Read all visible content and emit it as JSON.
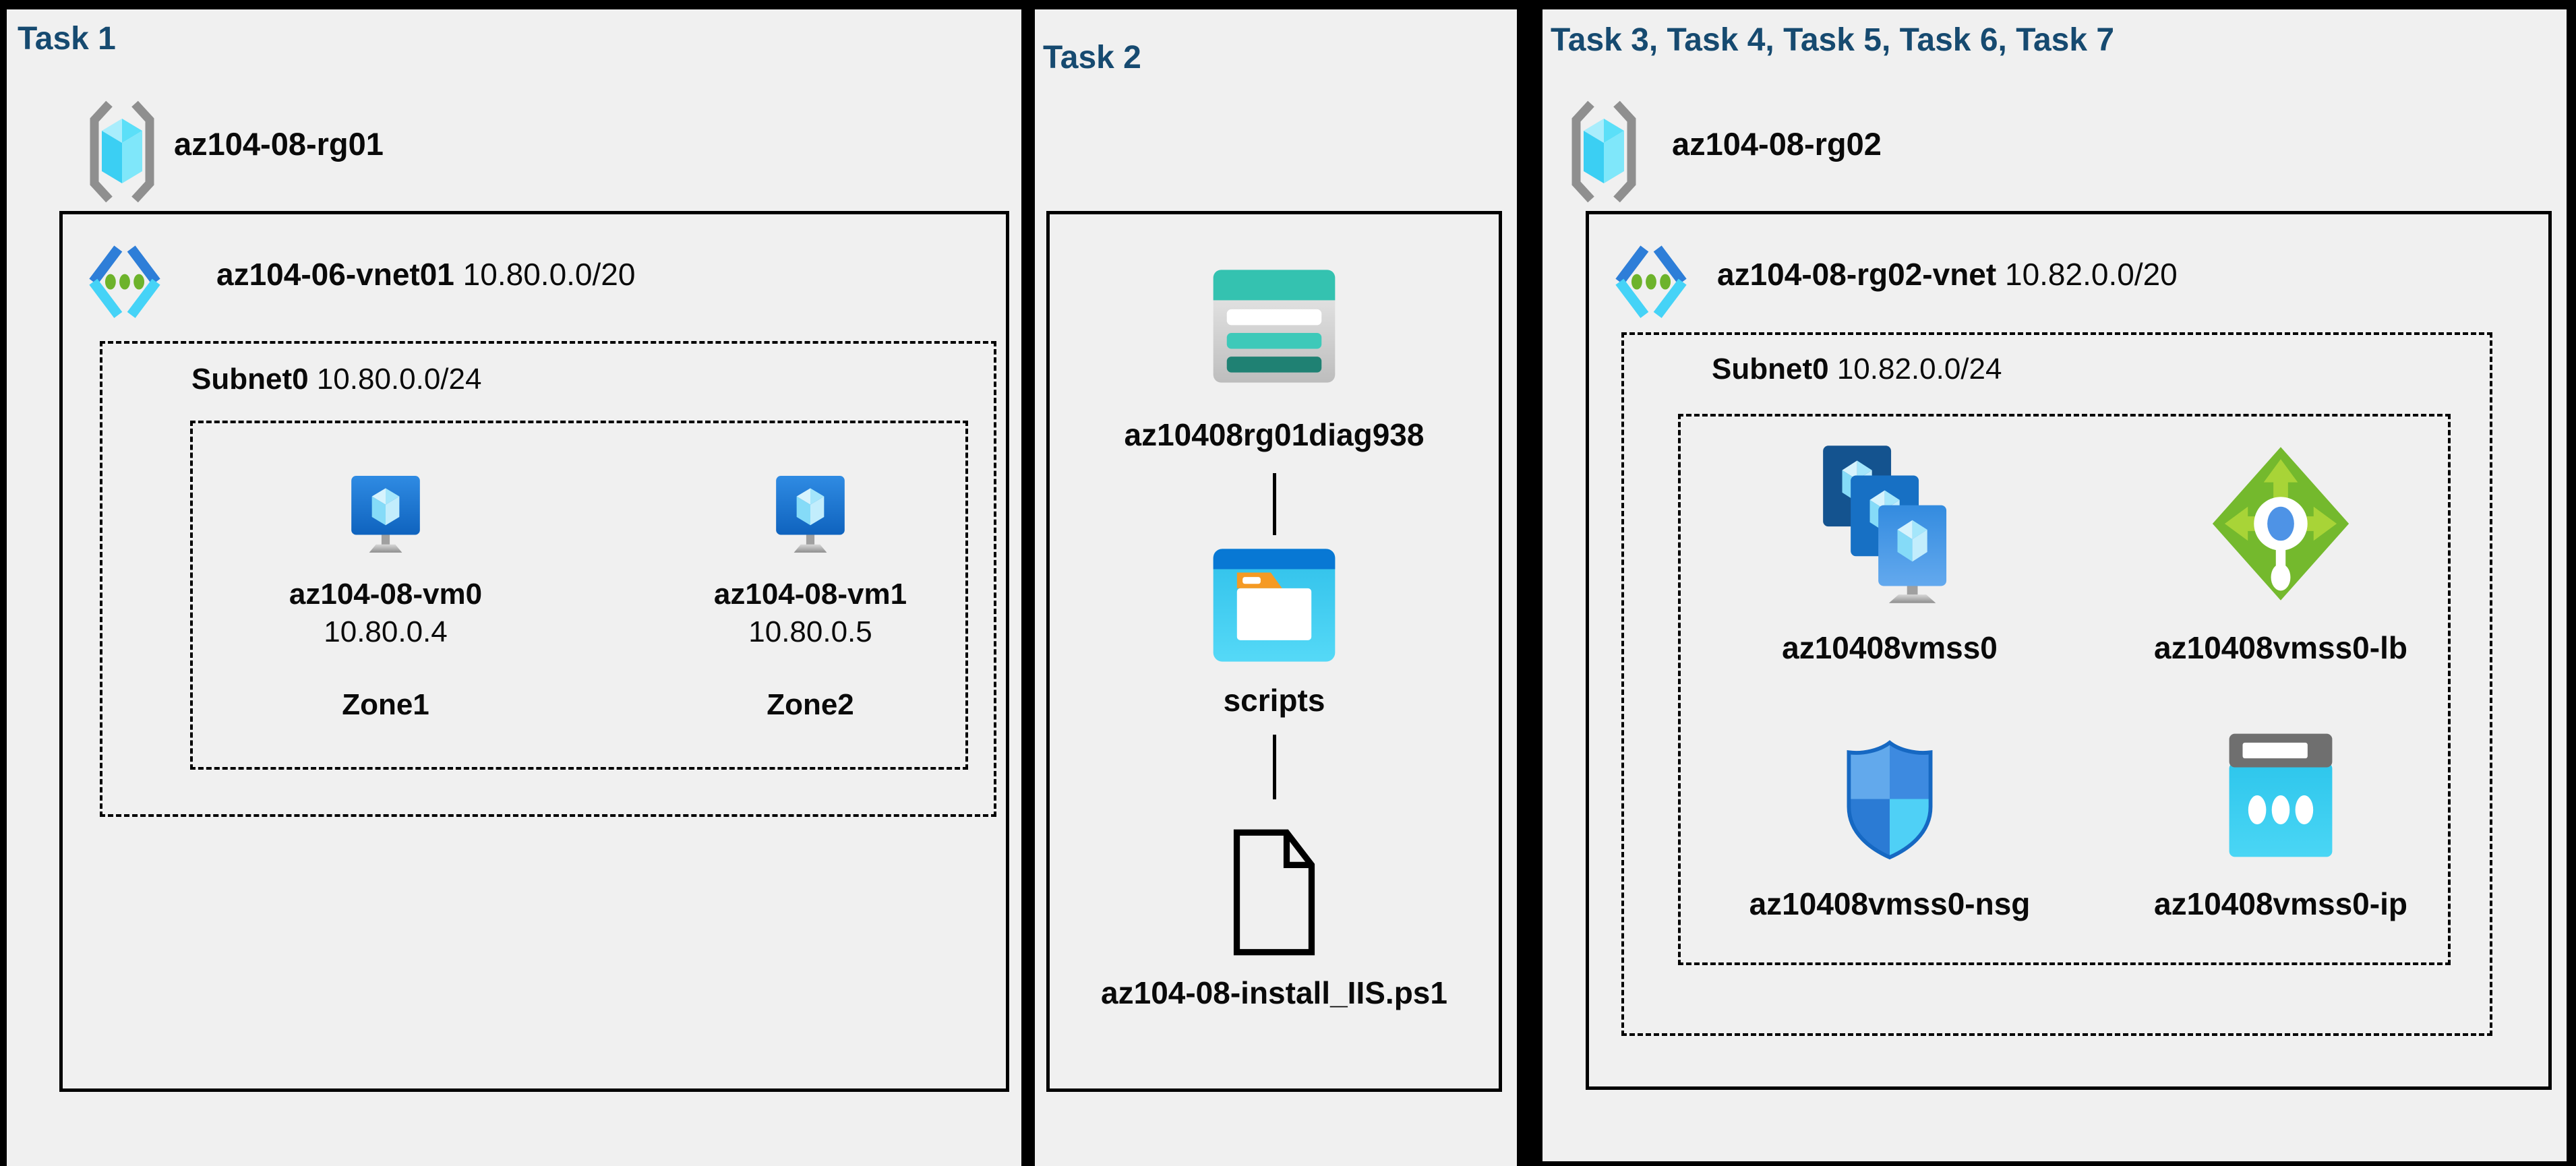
{
  "colors": {
    "frame": "#000000",
    "panel_background": "#f0f0f0",
    "task_title": "#164a70",
    "label_text": "#0a0a0a",
    "storage_teal": "#34c2b0",
    "folder_blue": "#0878d4",
    "vm_blue": "#1168c8",
    "lb_green": "#74b92d",
    "ip_cyan": "#31c8ee"
  },
  "panel1": {
    "title": "Task 1",
    "resource_group": {
      "name": "az104-08-rg01"
    },
    "vnet": {
      "name": "az104-06-vnet01",
      "cidr": "10.80.0.0/20"
    },
    "subnet": {
      "name": "Subnet0",
      "cidr": "10.80.0.0/24"
    },
    "vms": [
      {
        "name": "az104-08-vm0",
        "ip": "10.80.0.4",
        "zone": "Zone1"
      },
      {
        "name": "az104-08-vm1",
        "ip": "10.80.0.5",
        "zone": "Zone2"
      }
    ]
  },
  "panel2": {
    "title": "Task 2",
    "storage_account": "az10408rg01diag938",
    "container": "scripts",
    "file": "az104-08-install_IIS.ps1"
  },
  "panel3": {
    "title": "Task 3, Task 4, Task 5, Task 6, Task 7",
    "resource_group": {
      "name": "az104-08-rg02"
    },
    "vnet": {
      "name": "az104-08-rg02-vnet",
      "cidr": "10.82.0.0/20"
    },
    "subnet": {
      "name": "Subnet0",
      "cidr": "10.82.0.0/24"
    },
    "resources": [
      {
        "name": "az10408vmss0",
        "type": "vm-scale-set"
      },
      {
        "name": "az10408vmss0-lb",
        "type": "load-balancer"
      },
      {
        "name": "az10408vmss0-nsg",
        "type": "network-security-group"
      },
      {
        "name": "az10408vmss0-ip",
        "type": "public-ip"
      }
    ]
  }
}
